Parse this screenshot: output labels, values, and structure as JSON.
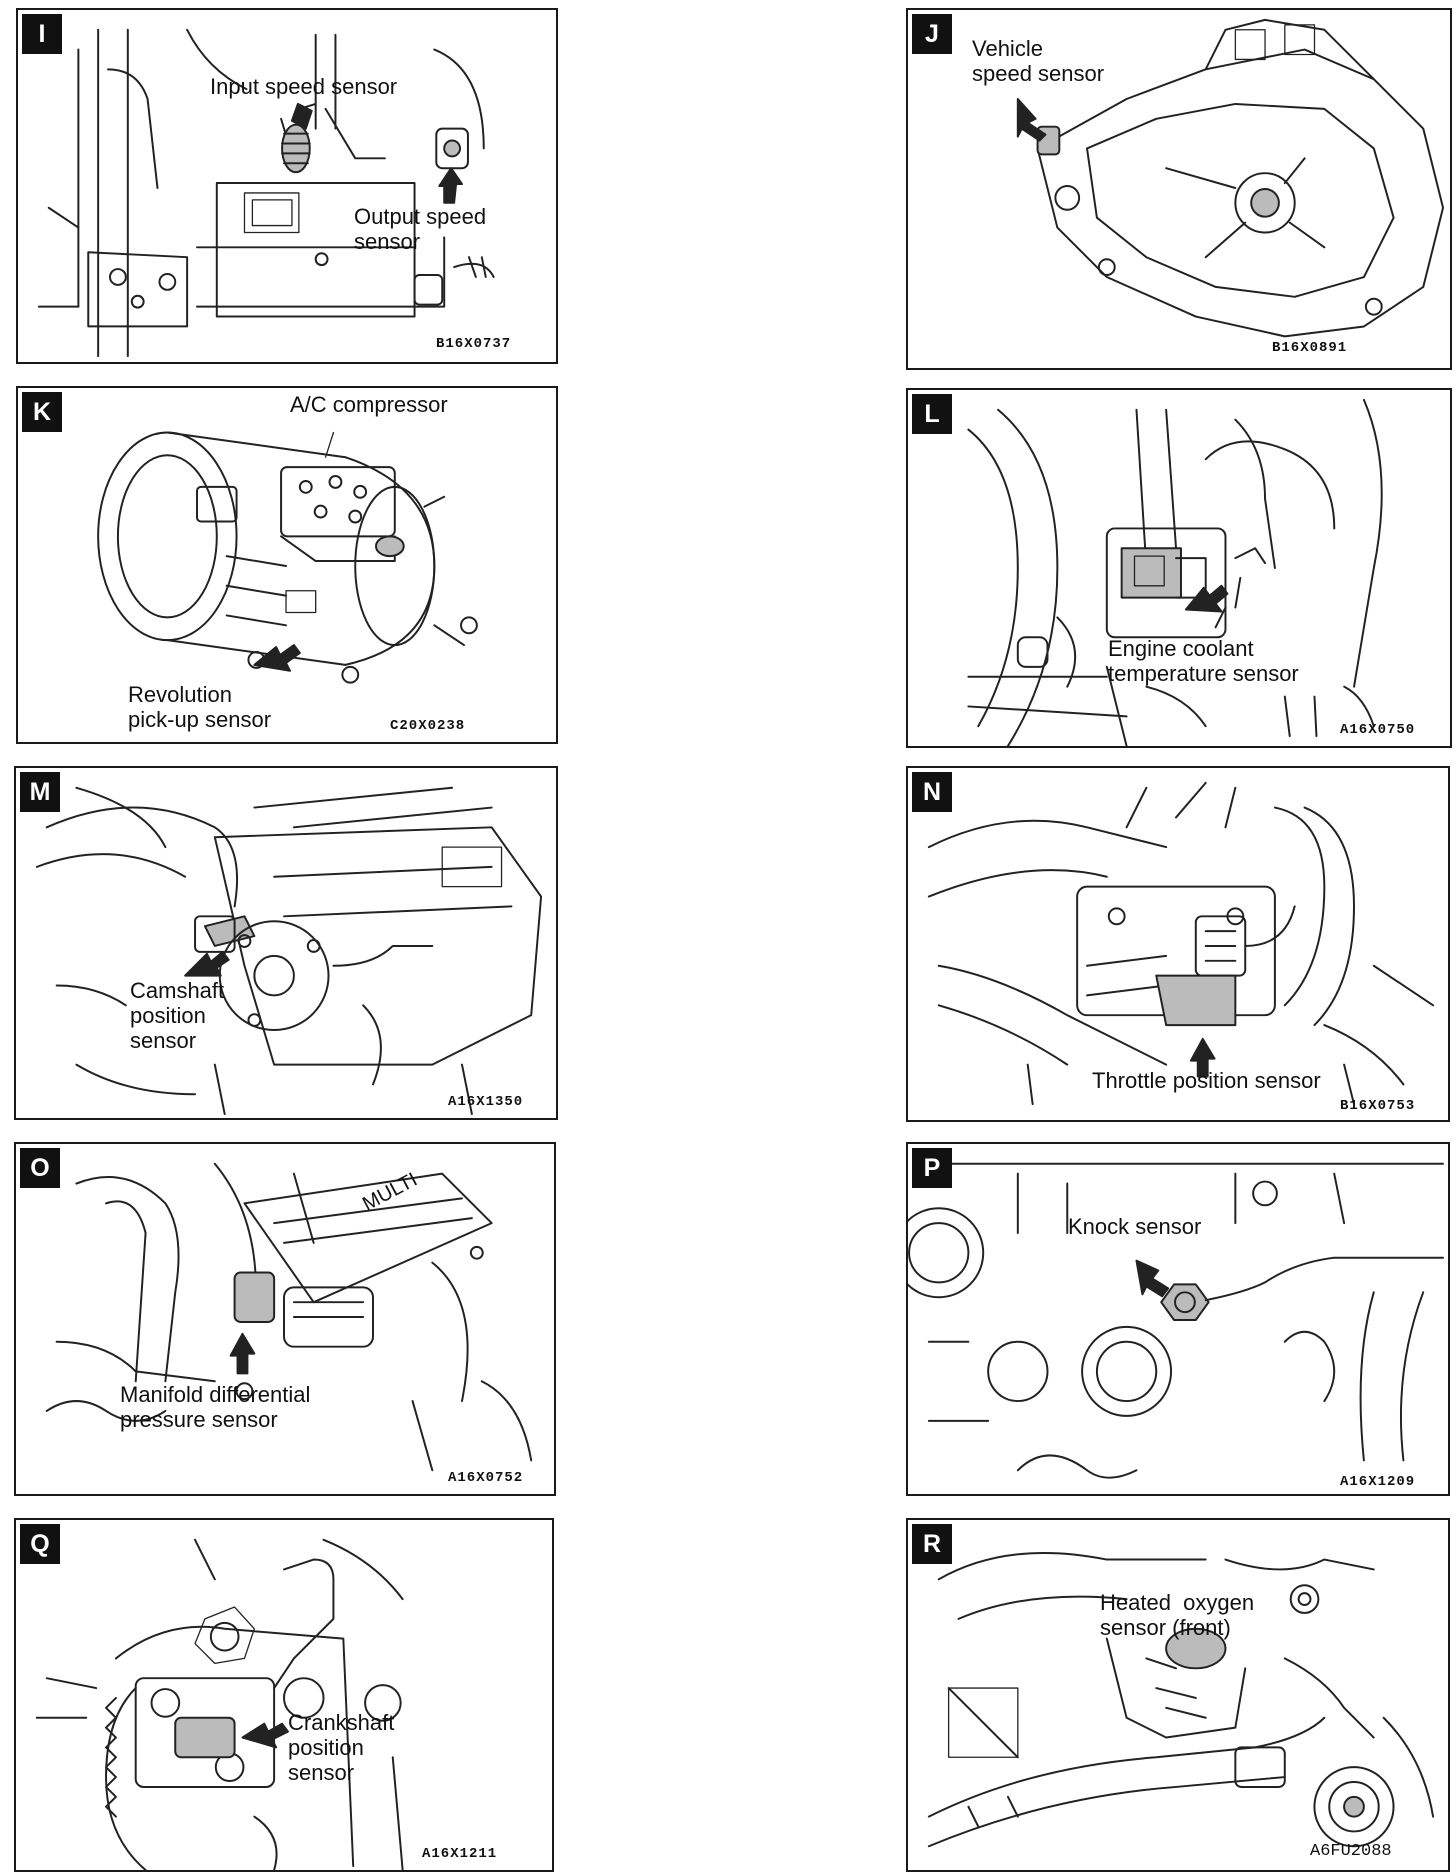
{
  "panels": {
    "I": {
      "letter": "I",
      "labels": [
        "Input speed sensor",
        "Output speed",
        "sensor"
      ],
      "code": "B16X0737"
    },
    "J": {
      "letter": "J",
      "labels": [
        "Vehicle",
        "speed sensor"
      ],
      "code": "B16X0891"
    },
    "K": {
      "letter": "K",
      "labels": [
        "A/C compressor",
        "Revolution",
        "pick-up sensor"
      ],
      "code": "C20X0238"
    },
    "L": {
      "letter": "L",
      "labels": [
        "Engine coolant",
        "temperature sensor"
      ],
      "code": "A16X0750"
    },
    "M": {
      "letter": "M",
      "labels": [
        "Camshaft",
        "position",
        "sensor"
      ],
      "code": "A16X1350"
    },
    "N": {
      "letter": "N",
      "labels": [
        "Throttle position sensor"
      ],
      "code": "B16X0753"
    },
    "O": {
      "letter": "O",
      "labels": [
        "Manifold differential",
        "pressure sensor"
      ],
      "code": "A16X0752",
      "engraving": "MULTI"
    },
    "P": {
      "letter": "P",
      "labels": [
        "Knock sensor"
      ],
      "code": "A16X1209"
    },
    "Q": {
      "letter": "Q",
      "labels": [
        "Crankshaft",
        "position",
        "sensor"
      ],
      "code": "A16X1211"
    },
    "R": {
      "letter": "R",
      "labels": [
        "Heated  oxygen",
        "sensor (front)"
      ],
      "code": "A6FU2088"
    }
  }
}
